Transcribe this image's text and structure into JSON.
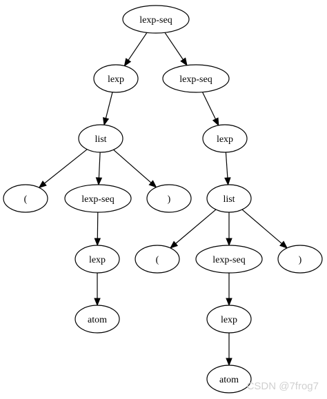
{
  "tree": {
    "nodes": [
      {
        "id": "n1",
        "label": "lexp-seq"
      },
      {
        "id": "n2",
        "label": "lexp"
      },
      {
        "id": "n3",
        "label": "lexp-seq"
      },
      {
        "id": "n4",
        "label": "list"
      },
      {
        "id": "n5",
        "label": "("
      },
      {
        "id": "n6",
        "label": "lexp-seq"
      },
      {
        "id": "n7",
        "label": ")"
      },
      {
        "id": "n8",
        "label": "lexp"
      },
      {
        "id": "n9",
        "label": "atom"
      },
      {
        "id": "n10",
        "label": "lexp"
      },
      {
        "id": "n11",
        "label": "list"
      },
      {
        "id": "n12",
        "label": "("
      },
      {
        "id": "n13",
        "label": "lexp-seq"
      },
      {
        "id": "n14",
        "label": ")"
      },
      {
        "id": "n15",
        "label": "lexp"
      },
      {
        "id": "n16",
        "label": "atom"
      }
    ],
    "edges": [
      {
        "from": "n1",
        "to": "n2"
      },
      {
        "from": "n1",
        "to": "n3"
      },
      {
        "from": "n2",
        "to": "n4"
      },
      {
        "from": "n4",
        "to": "n5"
      },
      {
        "from": "n4",
        "to": "n6"
      },
      {
        "from": "n4",
        "to": "n7"
      },
      {
        "from": "n6",
        "to": "n8"
      },
      {
        "from": "n8",
        "to": "n9"
      },
      {
        "from": "n3",
        "to": "n10"
      },
      {
        "from": "n10",
        "to": "n11"
      },
      {
        "from": "n11",
        "to": "n12"
      },
      {
        "from": "n11",
        "to": "n13"
      },
      {
        "from": "n11",
        "to": "n14"
      },
      {
        "from": "n13",
        "to": "n15"
      },
      {
        "from": "n15",
        "to": "n16"
      }
    ]
  },
  "watermark": "CSDN @7frog7"
}
